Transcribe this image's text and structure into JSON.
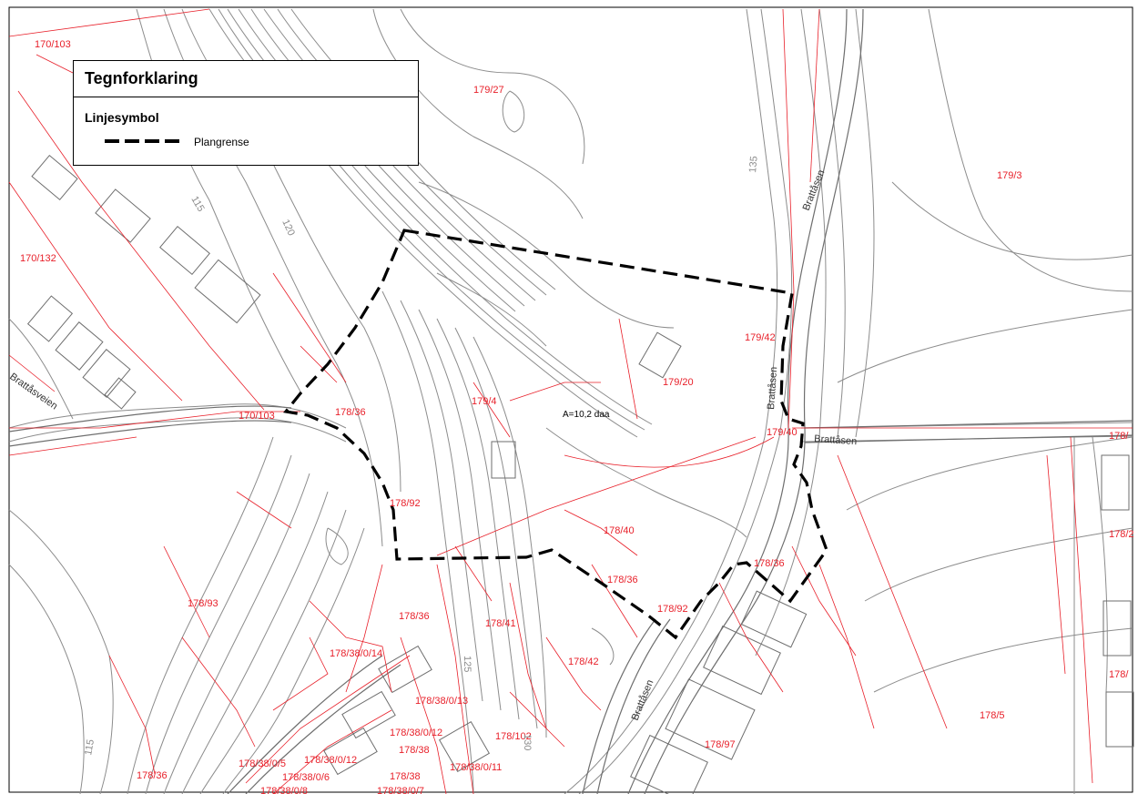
{
  "legend": {
    "title": "Tegnforklaring",
    "section": "Linjesymbol",
    "item_label": "Plangrense"
  },
  "area_label": "A=10,2 daa",
  "road_names": [
    "Brattåsen",
    "Brattåsen",
    "Brattåsen",
    "Brattåsen",
    "Brattåsveien"
  ],
  "contour_labels": [
    "115",
    "120",
    "135",
    "125",
    "130",
    "115"
  ],
  "parcel_labels": [
    "170/103",
    "179/27",
    "179/3",
    "170/132",
    "179/42",
    "179/20",
    "179/4",
    "178/36",
    "170/103",
    "179/40",
    "178/92",
    "178/40",
    "178/36",
    "178/36",
    "178/92",
    "178/93",
    "178/36",
    "178/41",
    "178/38/0/14",
    "178/42",
    "178/38/0/13",
    "178/38/0/12",
    "178/102",
    "178/38",
    "178/97",
    "178/5",
    "178/38/0/5",
    "178/38/0/12",
    "178/38/0/11",
    "178/36",
    "178/38/0/6",
    "178/38",
    "178/38/0/8",
    "178/38/0/7",
    "178/2",
    "178/"
  ],
  "colors": {
    "parcel": "#e8202a",
    "contour": "#8c8c8c",
    "boundary": "#000000"
  }
}
